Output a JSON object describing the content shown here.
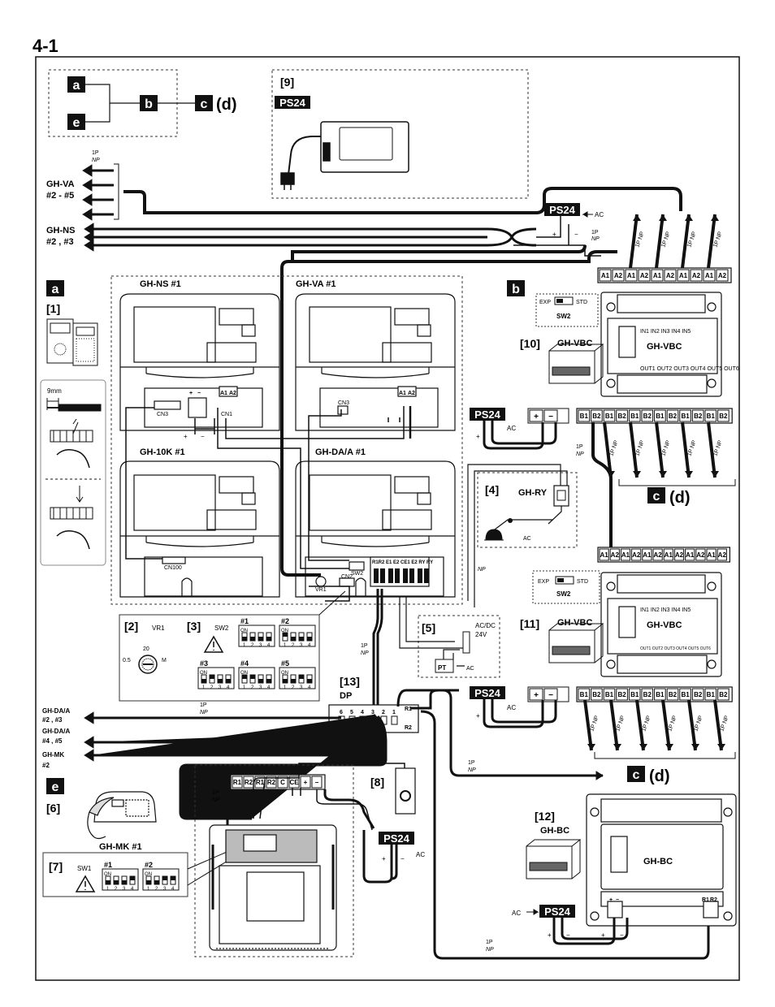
{
  "page": {
    "title": "4-1"
  },
  "legend": {
    "a": "a",
    "b": "b",
    "c": "c",
    "d": "(d)",
    "e": "e"
  },
  "keys": {
    "a": "a",
    "b": "b",
    "c": "c",
    "e": "e",
    "d_paren": "(d)"
  },
  "markers": {
    "m1": "[1]",
    "m2": "[2]",
    "m3": "[3]",
    "m4": "[4]",
    "m5": "[5]",
    "m6": "[6]",
    "m7": "[7]",
    "m8": "[8]",
    "m9": "[9]",
    "m10": "[10]",
    "m11": "[11]",
    "m12": "[12]",
    "m13": "[13]"
  },
  "devices": {
    "ps24": "PS24",
    "gh_va_group": [
      "GH-VA",
      "#2 - #5"
    ],
    "gh_ns_group": [
      "GH-NS",
      "#2 , #3"
    ],
    "gh_ns1": "GH-NS #1",
    "gh_va1": "GH-VA #1",
    "gh_10k1": "GH-10K #1",
    "gh_da1": "GH-DA/A #1",
    "gh_vbc": "GH-VBC",
    "gh_ry": "GH-RY",
    "gh_bc": "GH-BC",
    "gh_mk1": "GH-MK #1",
    "gh_da23": [
      "GH-DA/A",
      "#2 , #3"
    ],
    "gh_da45": [
      "GH-DA/A",
      "#4 , #5"
    ],
    "gh_mk2": [
      "GH-MK",
      "#2"
    ],
    "dp": "DP",
    "pt": "PT"
  },
  "labels": {
    "ac": "AC",
    "one_p": "1P",
    "np": "NP",
    "one_p_np": "1P NP",
    "nine_mm": "9mm",
    "vr1": "VR1",
    "sw2": "SW2",
    "sw1": "SW1",
    "exp": "EXP",
    "std": "STD",
    "acdc": "AC/DC",
    "v24": "24V",
    "half_m": "0.5",
    "m": "M",
    "twenty": "20",
    "cn1": "CN1",
    "cn2": "CN2",
    "cn3": "CN3",
    "cn100": "CN100",
    "plus": "+",
    "minus": "−",
    "r1": "R1",
    "r2": "R2"
  },
  "terminals": {
    "a_row": [
      "A1",
      "A2",
      "A1",
      "A2",
      "A1",
      "A2",
      "A1",
      "A2",
      "A1",
      "A2",
      "A1",
      "A2"
    ],
    "b_row": [
      "B1",
      "B2",
      "B1",
      "B2",
      "B1",
      "B2",
      "B1",
      "B2",
      "B1",
      "B2",
      "B1",
      "B2"
    ],
    "pwr": [
      "+",
      "−"
    ],
    "mk_row": [
      "R1",
      "R2",
      "R1",
      "R2",
      "C",
      "CE",
      "+",
      "−"
    ],
    "dp_row": [
      "6",
      "5",
      "4",
      "3",
      "2",
      "1"
    ],
    "vbc_in": [
      "IN1",
      "IN2",
      "IN3",
      "IN4",
      "IN5"
    ],
    "vbc_out": [
      "OUT1",
      "OUT2",
      "OUT3",
      "OUT4",
      "OUT5",
      "OUT6"
    ],
    "ns_a": [
      "A1",
      "A2"
    ]
  },
  "dip": {
    "sw2_title": [
      "#1",
      "#2",
      "#3",
      "#4",
      "#5"
    ],
    "on": "ON",
    "nums": [
      "1",
      "2",
      "3",
      "4"
    ],
    "sw1_title": [
      "#1",
      "#2"
    ]
  }
}
